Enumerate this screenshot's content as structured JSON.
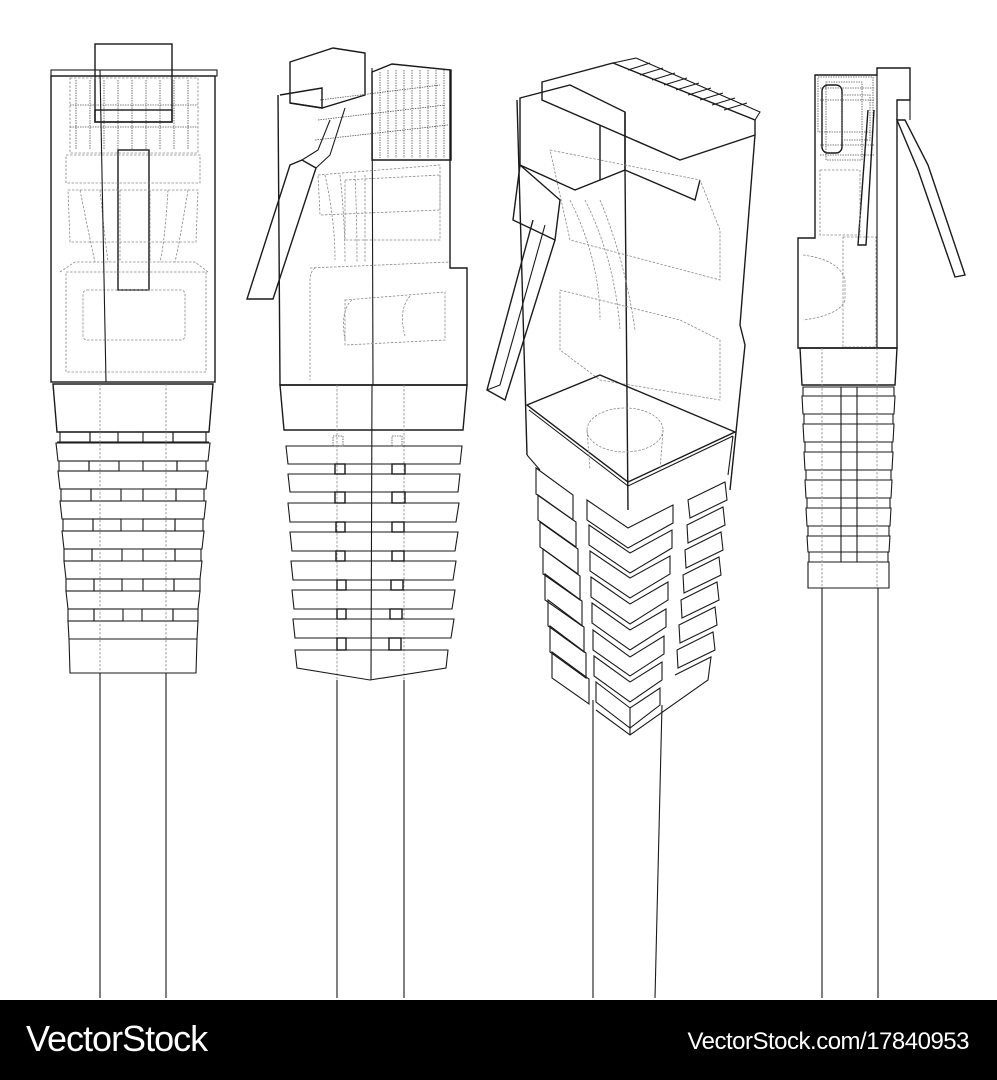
{
  "illustration": {
    "subject": "RJ45 ethernet connector wireframe drawings",
    "style": "wireframe line art, black lines on white, hidden lines dashed",
    "views": [
      {
        "id": "front",
        "label": "Front view of RJ45 plug"
      },
      {
        "id": "three-quarter-left",
        "label": "Three-quarter view with latch clip"
      },
      {
        "id": "isometric",
        "label": "Isometric view from above"
      },
      {
        "id": "side",
        "label": "Side view with latch"
      }
    ],
    "colors": {
      "background": "#ffffff",
      "line": "#1a1a1a",
      "hidden_line": "#8a8a8a"
    }
  },
  "footer": {
    "brand": "VectorStock",
    "url": "VectorStock.com/17840953",
    "background": "#000000",
    "text_color": "#ffffff"
  }
}
